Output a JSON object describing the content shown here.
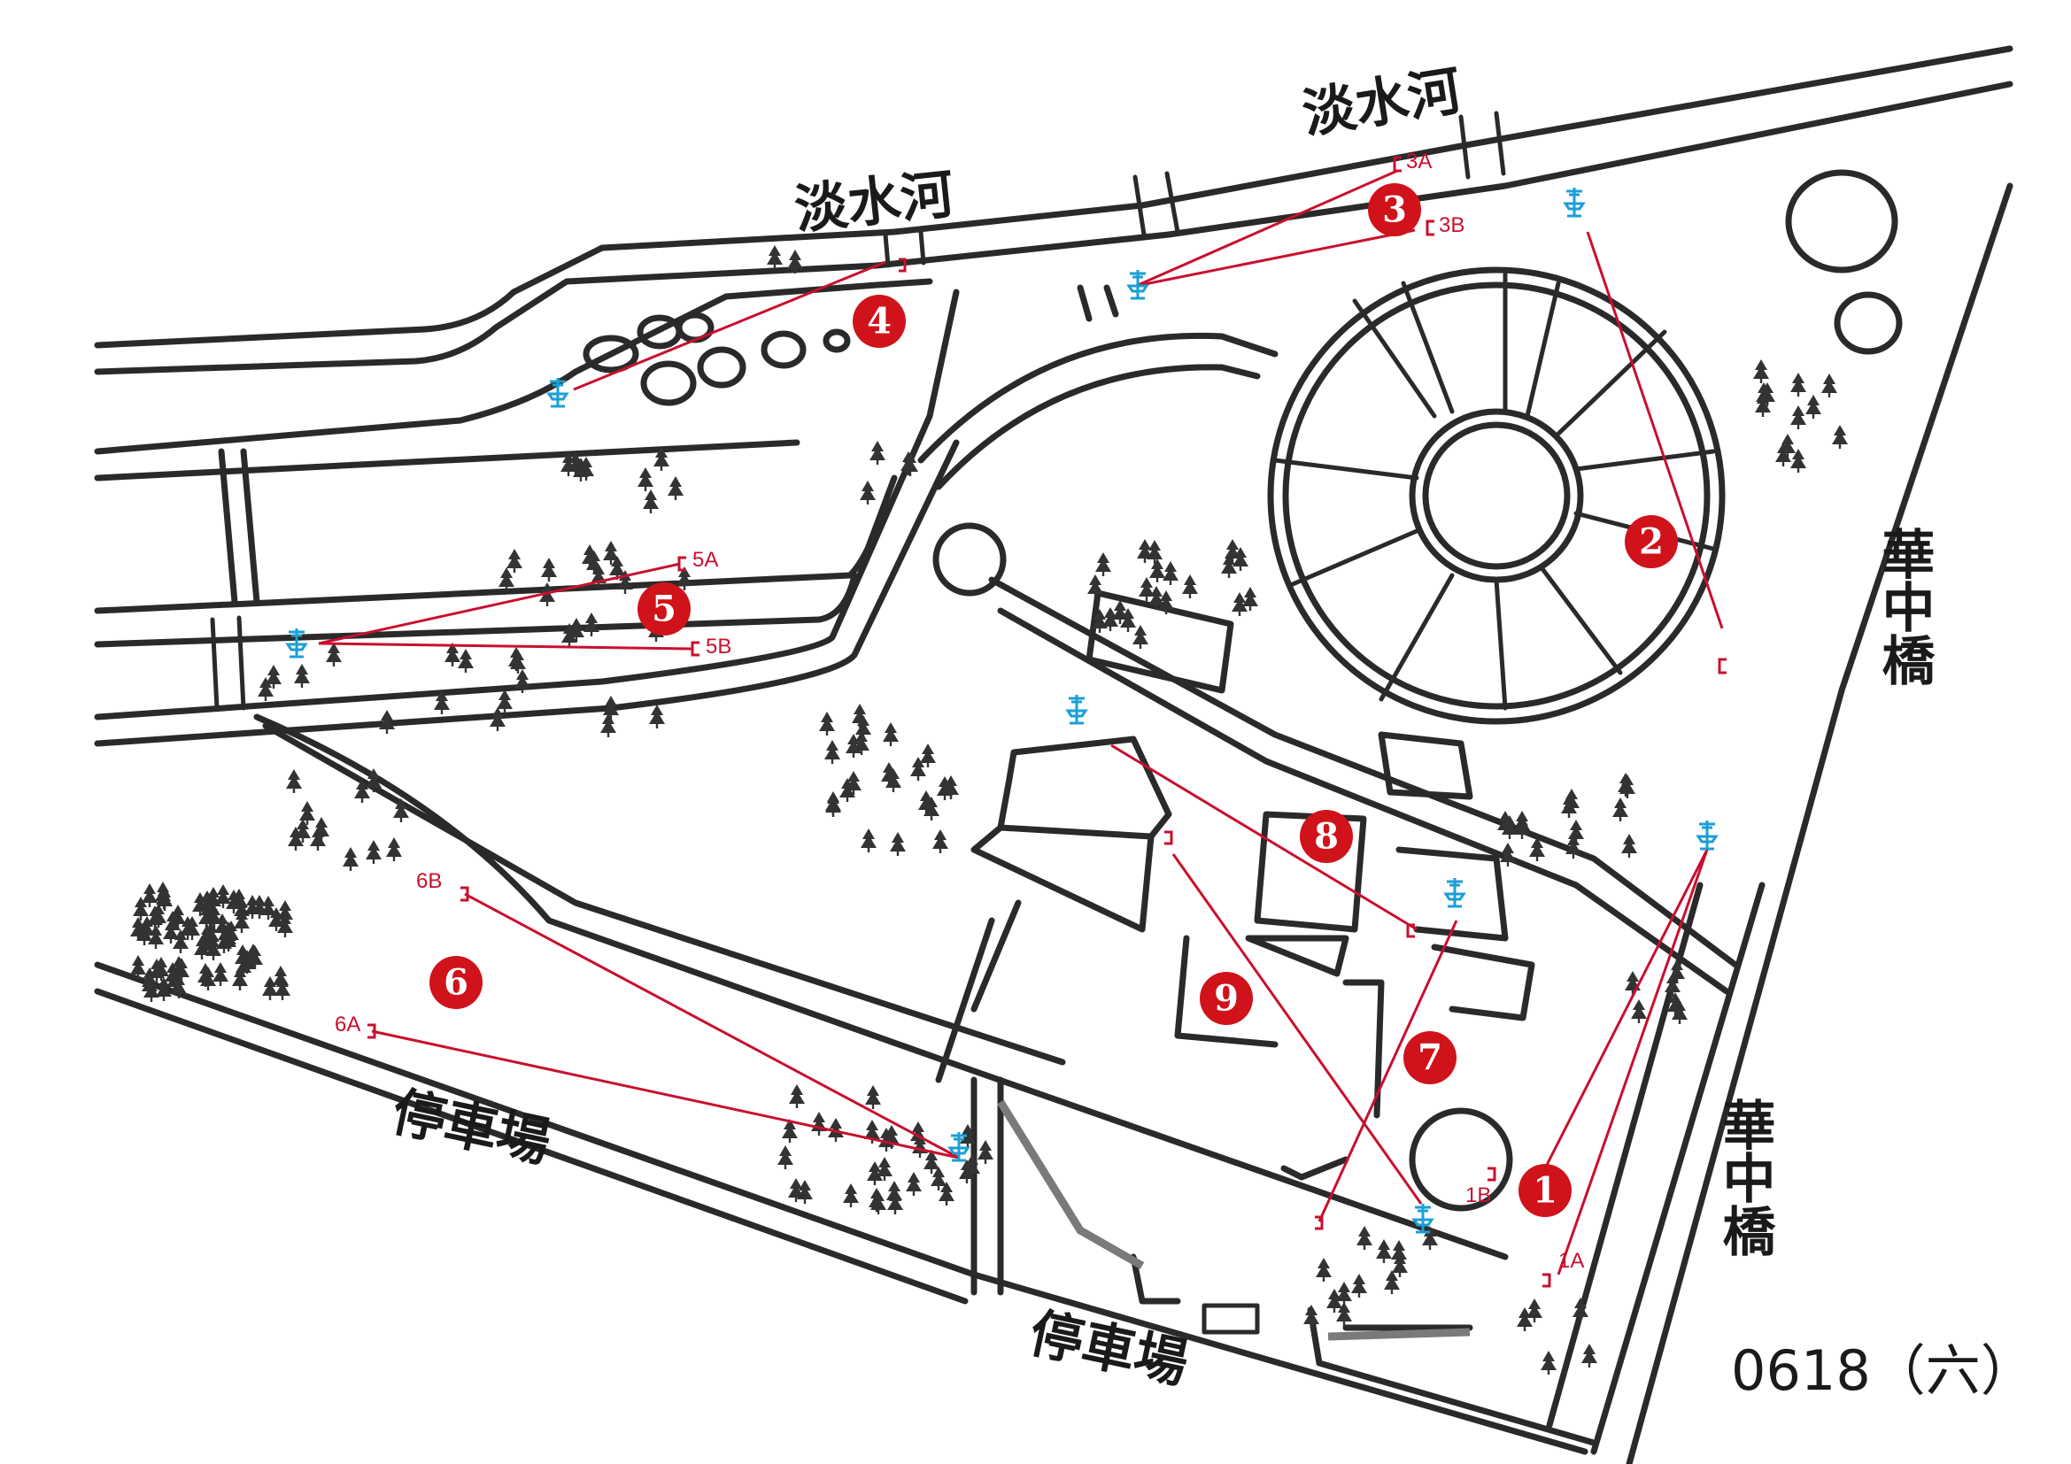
{
  "map": {
    "labels": {
      "river": "淡水河",
      "bridge": "華中橋",
      "parking": "停車場"
    },
    "date": "0618（六）",
    "holes": [
      {
        "number": "1",
        "tee_a": "1A",
        "tee_b": "1B"
      },
      {
        "number": "2"
      },
      {
        "number": "3",
        "tee_a": "3A",
        "tee_b": "3B"
      },
      {
        "number": "4"
      },
      {
        "number": "5",
        "tee_a": "5A",
        "tee_b": "5B"
      },
      {
        "number": "6",
        "tee_a": "6A",
        "tee_b": "6B"
      },
      {
        "number": "7"
      },
      {
        "number": "8"
      },
      {
        "number": "9"
      }
    ],
    "colors": {
      "hole_marker": "#d0121b",
      "fairway_line": "#c8102e",
      "basket": "#1a9fd6",
      "paths": "#2a2a2a"
    },
    "icons": {
      "basket": "disc-golf-basket-icon",
      "tree": "tree-icon",
      "tee": "tee-bracket-icon"
    }
  }
}
